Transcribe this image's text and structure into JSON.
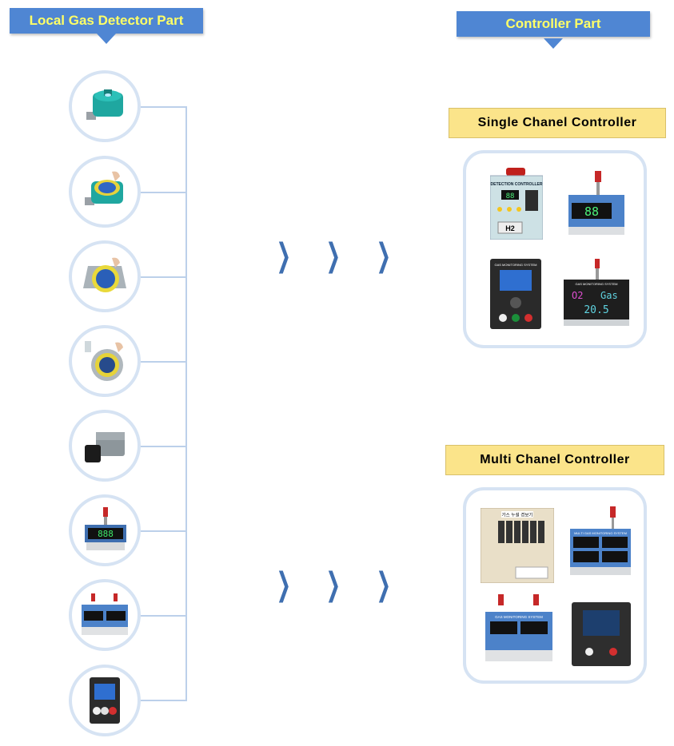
{
  "headers": {
    "local": "Local Gas Detector Part",
    "controller": "Controller Part"
  },
  "labels": {
    "single": "Single Chanel Controller",
    "multi": "Multi Chanel Controller"
  },
  "single_products": {
    "p1_title": "DETECTION CONTROLLER",
    "p1_tag": "H2",
    "p1_value": "88",
    "p2_value": "88",
    "p3_title": "GAS MONITORING SYSTEM",
    "p4_title": "GAS MONITORING SYSTEM",
    "p4_gas1": "O2",
    "p4_gas2": "Gas",
    "p4_value": "20.5"
  },
  "multi_products": {
    "m1_title": "가스 누설 경보기",
    "m2_title": "MULTI GAS MONITORING SYSTEM",
    "m3_title": "GAS MONITORING SYSTEM"
  },
  "colors": {
    "header_bg": "#4f86d3",
    "header_text": "#ffff66",
    "label_bg": "#fbe48a",
    "ring": "#d6e3f3",
    "chevron": "#3f6fb0"
  }
}
